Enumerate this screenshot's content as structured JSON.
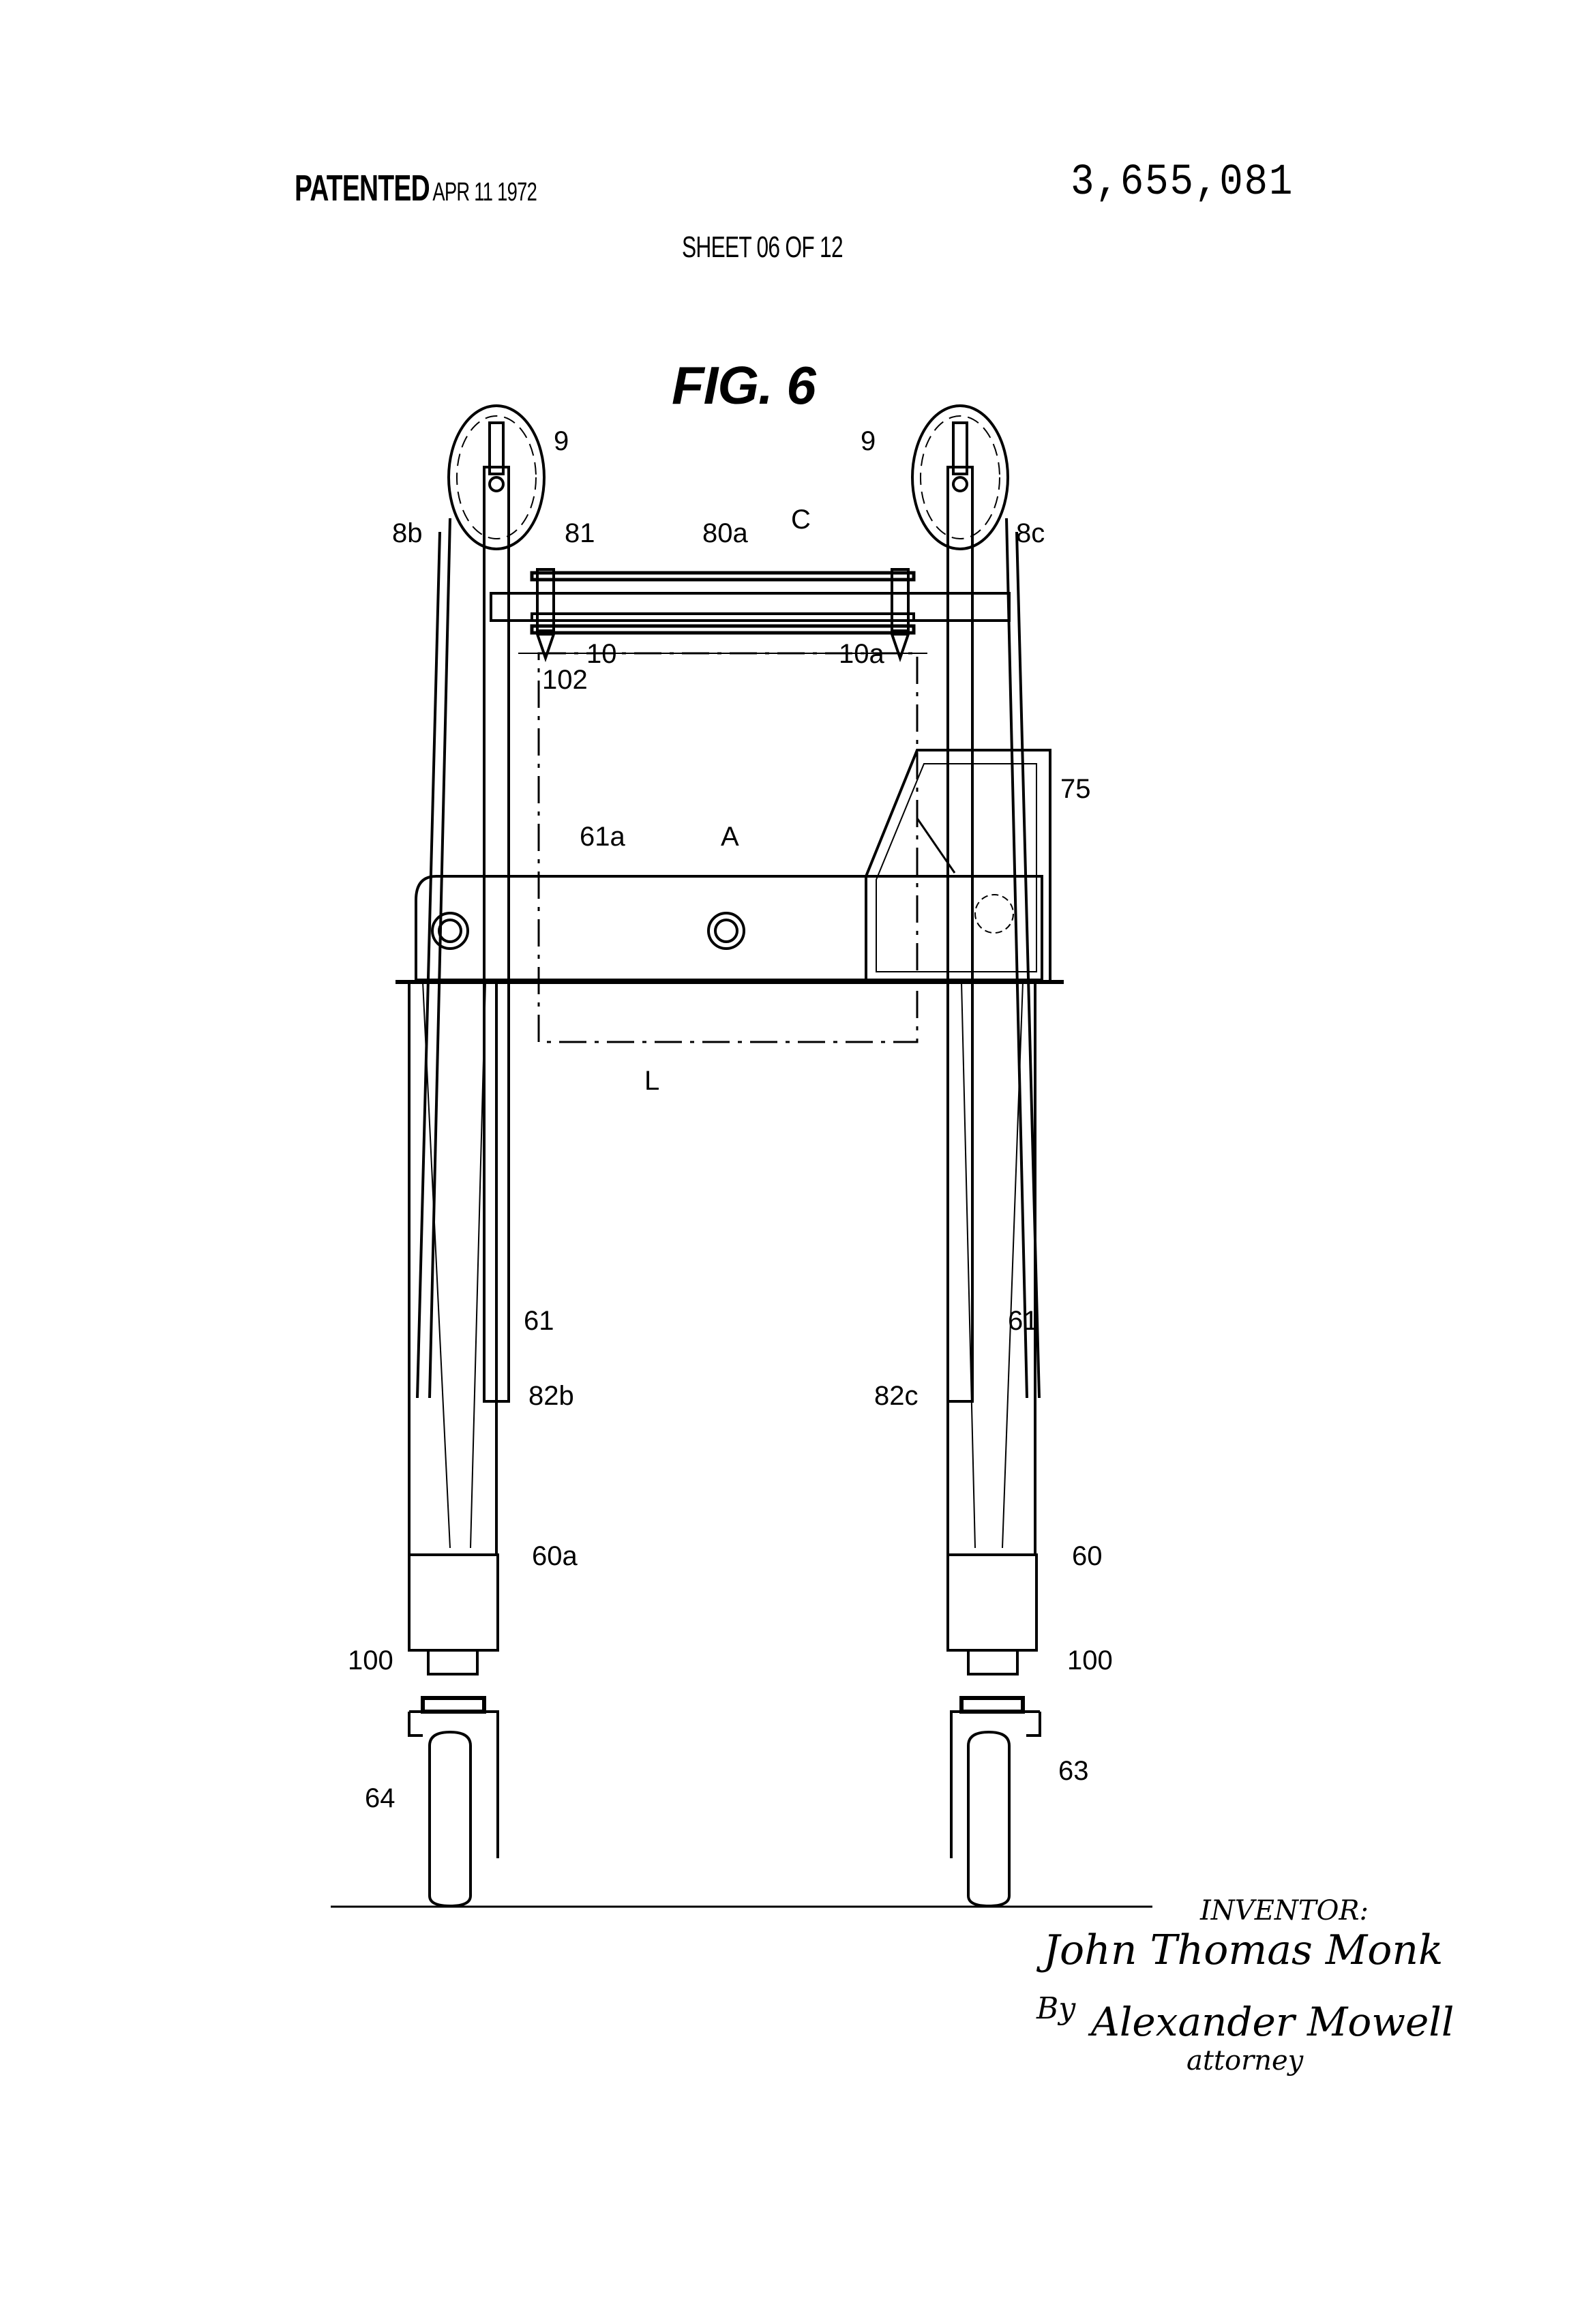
{
  "header": {
    "patented_label": "PATENTED",
    "patented_date": "APR 11 1972",
    "patent_number": "3,655,081",
    "sheet": "SHEET 06 OF 12"
  },
  "figure": {
    "title": "FIG. 6",
    "reference_labels": {
      "pulley_left": "9",
      "pulley_right": "9",
      "mast_left": "8b",
      "mast_right": "8c",
      "bracket": "81",
      "crossbar": "80a",
      "carriage": "C",
      "hook_left": "10",
      "hook_right": "10a",
      "hook_tip": "102",
      "cab": "75",
      "beam": "61a",
      "assembly": "A",
      "load": "L",
      "leg_left": "61",
      "leg_right": "61",
      "cable_left": "82b",
      "cable_right": "82c",
      "housing_left": "60a",
      "housing_right": "60",
      "swivel_left": "100",
      "swivel_right": "100",
      "wheel_left": "64",
      "wheel_right": "63"
    }
  },
  "signature": {
    "inventor_label": "INVENTOR:",
    "inventor_name": "John Thomas Monk",
    "by_label": "By",
    "attorney_name": "Alexander Mowell",
    "attorney_label": "attorney"
  }
}
